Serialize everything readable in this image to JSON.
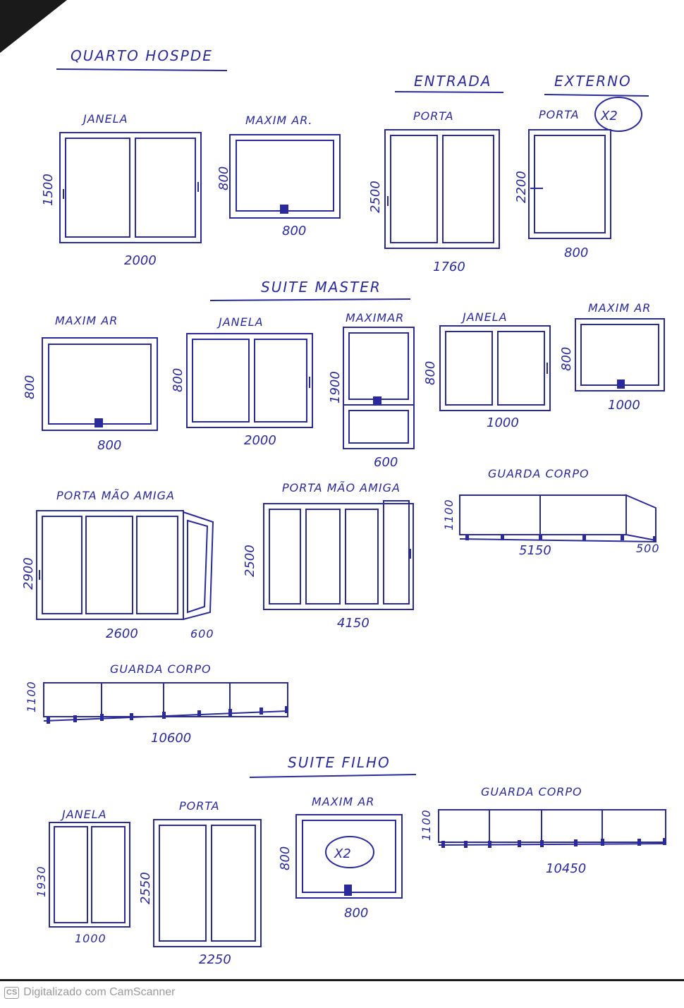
{
  "sections": {
    "quarto_hospede": "QUARTO HOSPDE",
    "entrada": "ENTRADA",
    "externo": "EXTERNO",
    "suite_master": "SUITE MASTER",
    "suite_filho": "SUITE FILHO"
  },
  "qh": {
    "janela": {
      "label": "JANELA",
      "h": "1500",
      "w": "2000"
    },
    "maxim": {
      "label": "MAXIM AR.",
      "h": "800",
      "w": "800"
    },
    "porta_entrada": {
      "label": "PORTA",
      "h": "2500",
      "w": "1760"
    },
    "porta_externo": {
      "label": "PORTA",
      "qty": "X2",
      "h": "2200",
      "w": "800"
    }
  },
  "sm": {
    "maxim1": {
      "label": "MAXIM AR",
      "h": "800",
      "w": "800"
    },
    "janela1": {
      "label": "JANELA",
      "h": "800",
      "w": "2000"
    },
    "maximar": {
      "label": "MAXIMAR",
      "h": "1900",
      "w": "600"
    },
    "janela2": {
      "label": "JANELA",
      "h": "800",
      "w": "1000"
    },
    "maxim2": {
      "label": "MAXIM AR",
      "h": "800",
      "w": "1000"
    },
    "porta_mao1": {
      "label": "PORTA MÃO AMIGA",
      "h": "2900",
      "w": "2600",
      "w2": "600"
    },
    "porta_mao2": {
      "label": "PORTA MÃO AMIGA",
      "h": "2500",
      "w": "4150"
    },
    "guarda1": {
      "label": "GUARDA CORPO",
      "h": "1100",
      "w": "5150",
      "w2": "500"
    },
    "guarda2": {
      "label": "GUARDA CORPO",
      "h": "1100",
      "w": "10600"
    }
  },
  "sf": {
    "janela": {
      "label": "JANELA",
      "h": "1930",
      "w": "1000"
    },
    "porta": {
      "label": "PORTA",
      "h": "2550",
      "w": "2250"
    },
    "maxim": {
      "label": "MAXIM AR",
      "qty": "X2",
      "h": "800",
      "w": "800"
    },
    "guarda": {
      "label": "GUARDA CORPO",
      "h": "1100",
      "w": "10450"
    }
  },
  "footer": {
    "watermark_logo": "CS",
    "watermark": "Digitalizado com CamScanner"
  },
  "colors": {
    "ink": "#2a2a9a",
    "paper": "#ffffff",
    "watermark": "#9a9a9a"
  }
}
